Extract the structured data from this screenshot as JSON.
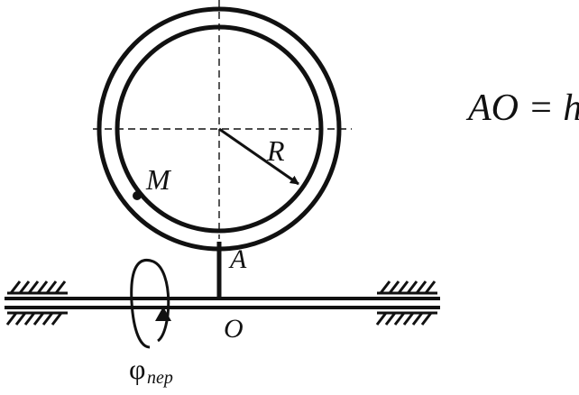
{
  "labels": {
    "M": "M",
    "R": "R",
    "A": "A",
    "O": "O",
    "phi_symbol": "φ",
    "phi_subscript": "пер",
    "equation": "AO = h"
  },
  "colors": {
    "ink": "#111111",
    "background": "#ffffff"
  }
}
